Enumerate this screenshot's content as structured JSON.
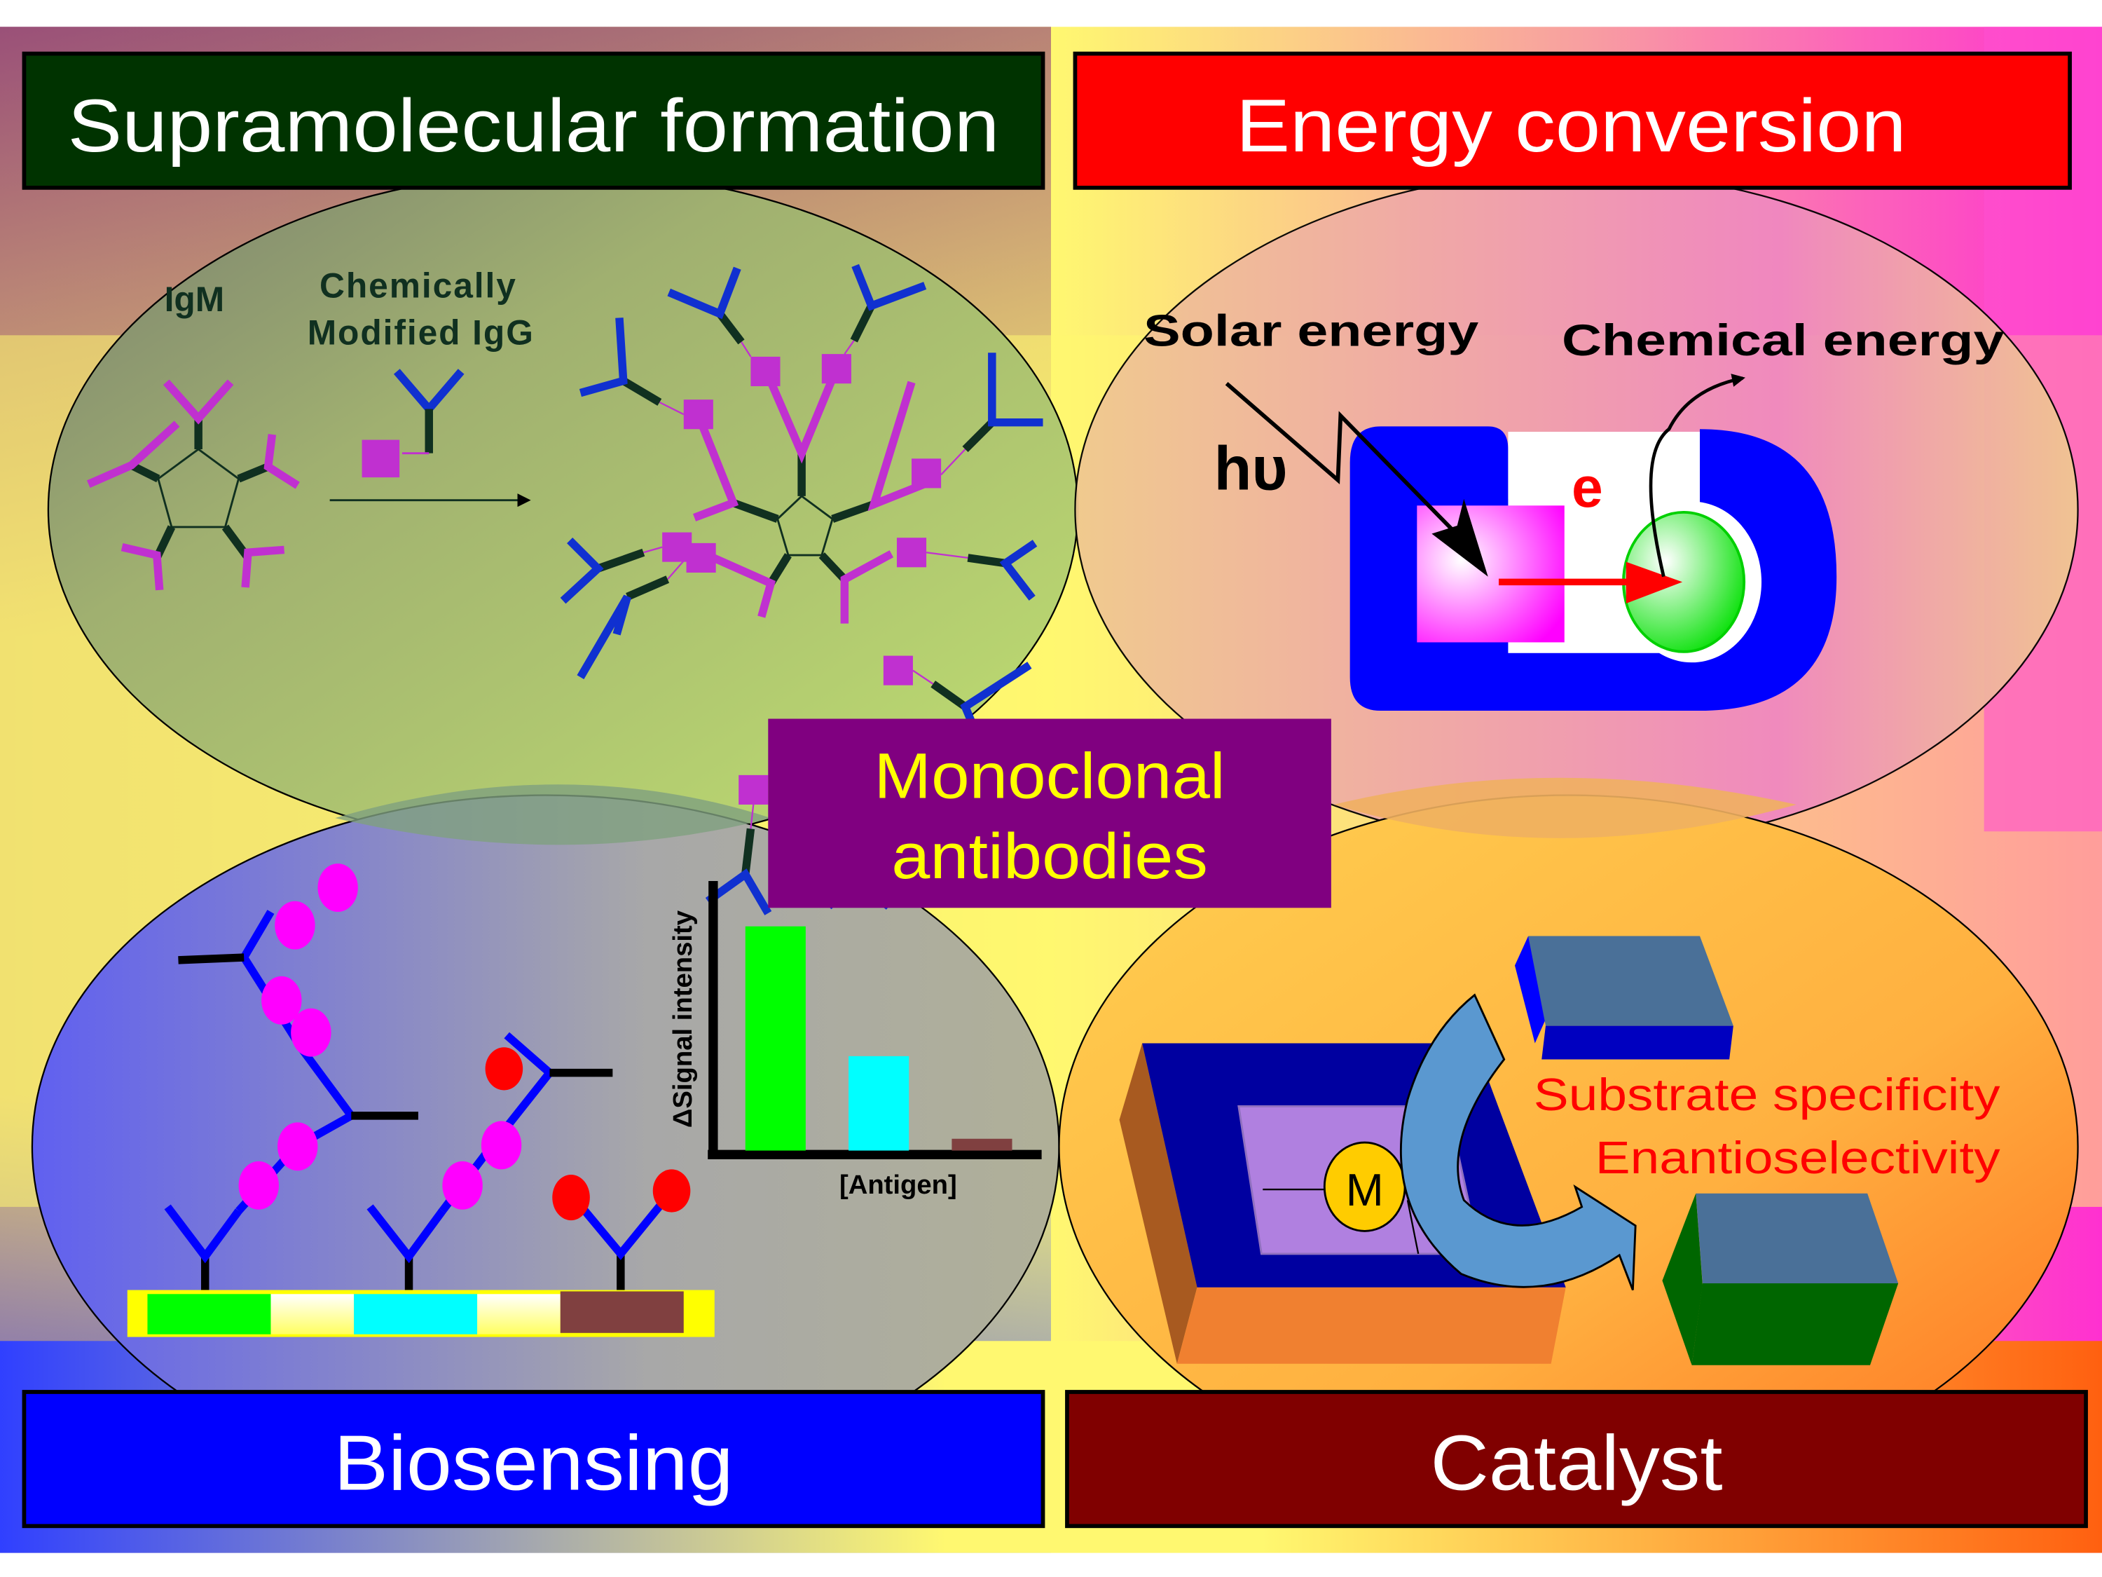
{
  "title": "Monoclonal antibodies",
  "center_label": {
    "line1": "Monoclonal",
    "line2": "antibodies"
  },
  "quadrants": {
    "supramolecular": {
      "banner": "Supramolecular formation",
      "label_igm": "IgM",
      "label_modified_line1": "Chemically",
      "label_modified_line2": "Modified IgG"
    },
    "energy": {
      "banner": "Energy conversion",
      "label_solar": "Solar energy",
      "label_chemical": "Chemical energy",
      "label_photon": "hυ",
      "label_electron": "e"
    },
    "biosensing": {
      "banner": "Biosensing"
    },
    "catalyst": {
      "banner": "Catalyst",
      "label_line1": "Substrate specificity",
      "label_line2": "Enantioselectivity",
      "label_metal": "M"
    }
  },
  "colors": {
    "supramolecular_banner": "#003300",
    "energy_banner": "#ff0000",
    "biosensing_banner": "#0000ff",
    "catalyst_banner": "#800000",
    "center_box": "#800080",
    "center_text": "#ffff00",
    "igm_arm": "#c030d0",
    "igg_arm": "#1030d0",
    "chemical_label": "#ff0000"
  },
  "chart_data": {
    "type": "bar",
    "title": "",
    "xlabel": "[Antigen]",
    "ylabel": "ΔSignal intensity",
    "categories": [
      "green",
      "cyan",
      "brown"
    ],
    "values": [
      0.95,
      0.4,
      0.05
    ],
    "bar_colors": [
      "#00ff00",
      "#00ffff",
      "#804040"
    ],
    "ylim": [
      0,
      1
    ],
    "grid": false,
    "legend": "none"
  }
}
